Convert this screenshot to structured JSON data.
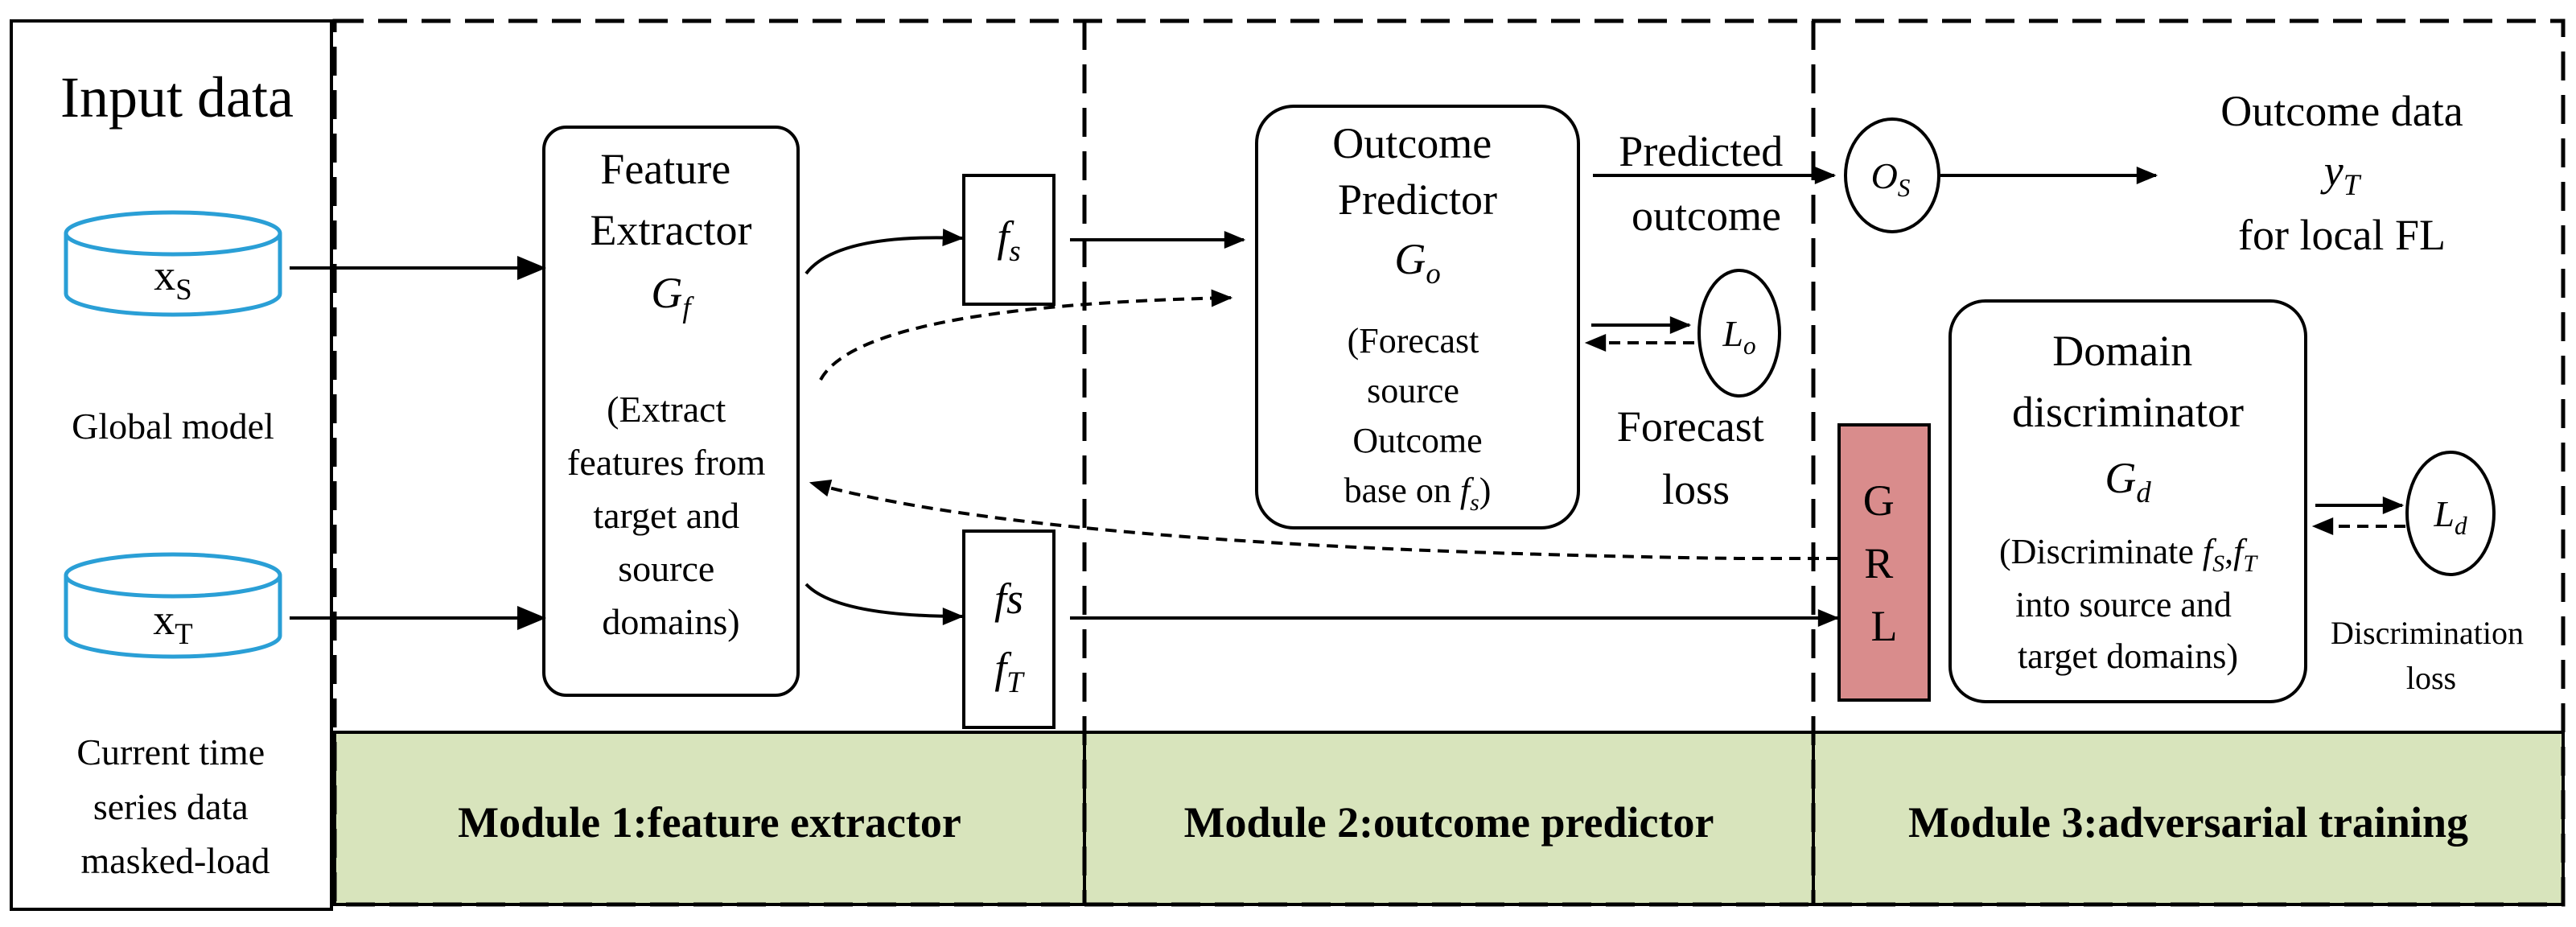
{
  "colors": {
    "module_fill": "#d8e4bc",
    "grl_fill": "#d98c8c",
    "db_stroke": "#2a9fd6"
  },
  "input_panel": {
    "title": "Input data",
    "db_source": {
      "main": "x",
      "sub": "S"
    },
    "db_source_caption": "Global model",
    "db_target": {
      "main": "x",
      "sub": "T"
    },
    "db_target_caption": [
      "Current time",
      "series data",
      "masked-load"
    ]
  },
  "feature_extractor": {
    "title": [
      "Feature",
      "Extractor"
    ],
    "symbol": {
      "main": "G",
      "sub": "f"
    },
    "description": [
      "(Extract",
      "features from",
      "target and",
      "source",
      "domains)"
    ]
  },
  "feature_source_box": {
    "main": "f",
    "sub": "s"
  },
  "feature_target_box": {
    "line1": "fs",
    "line2": {
      "main": "f",
      "sub": "T"
    }
  },
  "outcome_predictor": {
    "title": [
      "Outcome",
      "Predictor"
    ],
    "symbol": {
      "main": "G",
      "sub": "o"
    },
    "description": [
      "(Forecast",
      "source",
      "Outcome"
    ],
    "description_last": {
      "prefix": "base on ",
      "main": "f",
      "sub": "s",
      "suffix": ")"
    }
  },
  "predicted_outcome_label": [
    "Predicted",
    "outcome"
  ],
  "forecast_loss": {
    "node": {
      "main": "L",
      "sub": "o"
    },
    "caption": [
      "Forecast",
      "loss"
    ]
  },
  "outcome_node": {
    "main": "O",
    "sub": "S"
  },
  "outcome_data": {
    "title": "Outcome data",
    "symbol": {
      "main": "y",
      "sub": "T"
    },
    "caption": "for local FL"
  },
  "grl": {
    "letters": [
      "G",
      "R",
      "L"
    ]
  },
  "domain_discriminator": {
    "title": [
      "Domain",
      "discriminator"
    ],
    "symbol": {
      "main": "G",
      "sub": "d"
    },
    "line1": {
      "prefix": "(Discriminate ",
      "f1": "f",
      "s1": "S",
      "comma": ",",
      "f2": "f",
      "s2": "T"
    },
    "description": [
      "into source and",
      "target domains)"
    ]
  },
  "discrimination_loss": {
    "node": {
      "main": "L",
      "sub": "d"
    },
    "caption": [
      "Discrimination",
      "loss"
    ]
  },
  "modules": [
    {
      "label": "Module 1:feature extractor"
    },
    {
      "label": "Module 2:outcome predictor"
    },
    {
      "label": "Module 3:adversarial training"
    }
  ]
}
